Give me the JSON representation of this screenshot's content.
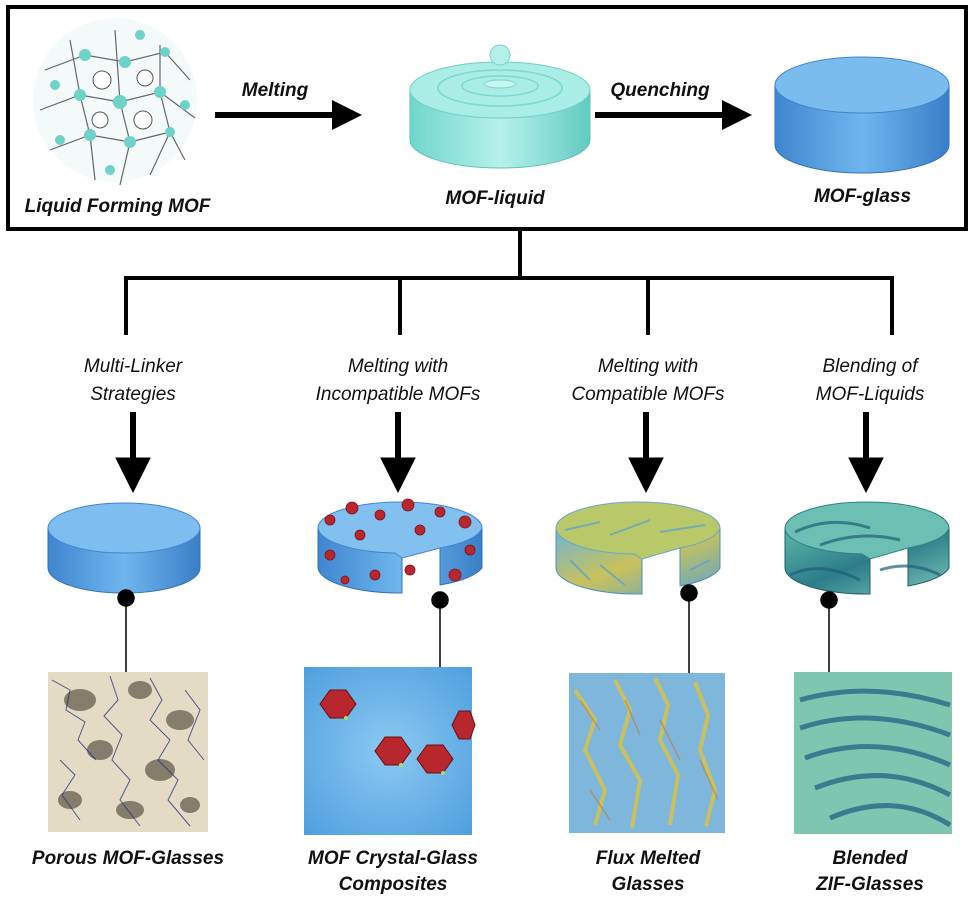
{
  "top": {
    "arrow1_label": "Melting",
    "arrow2_label": "Quenching",
    "stage1": "Liquid Forming MOF",
    "stage2": "MOF-liquid",
    "stage3": "MOF-glass"
  },
  "branches": [
    {
      "strategy_line1": "Multi-Linker",
      "strategy_line2": "Strategies",
      "result_line1": "Porous MOF-Glasses",
      "result_line2": ""
    },
    {
      "strategy_line1": "Melting with",
      "strategy_line2": "Incompatible MOFs",
      "result_line1": "MOF Crystal-Glass",
      "result_line2": "Composites"
    },
    {
      "strategy_line1": "Melting with",
      "strategy_line2": "Compatible MOFs",
      "result_line1": "Flux Melted",
      "result_line2": "Glasses"
    },
    {
      "strategy_line1": "Blending of",
      "strategy_line2": "MOF-Liquids",
      "result_line1": "Blended",
      "result_line2": "ZIF-Glasses"
    }
  ],
  "colors": {
    "glass_blue": "#5aa6e3",
    "liquid_cyan": "#8fe6df",
    "crystal_red": "#b8262e",
    "flux_yellow": "#d8c64a",
    "zif_teal": "#2f7f86"
  }
}
